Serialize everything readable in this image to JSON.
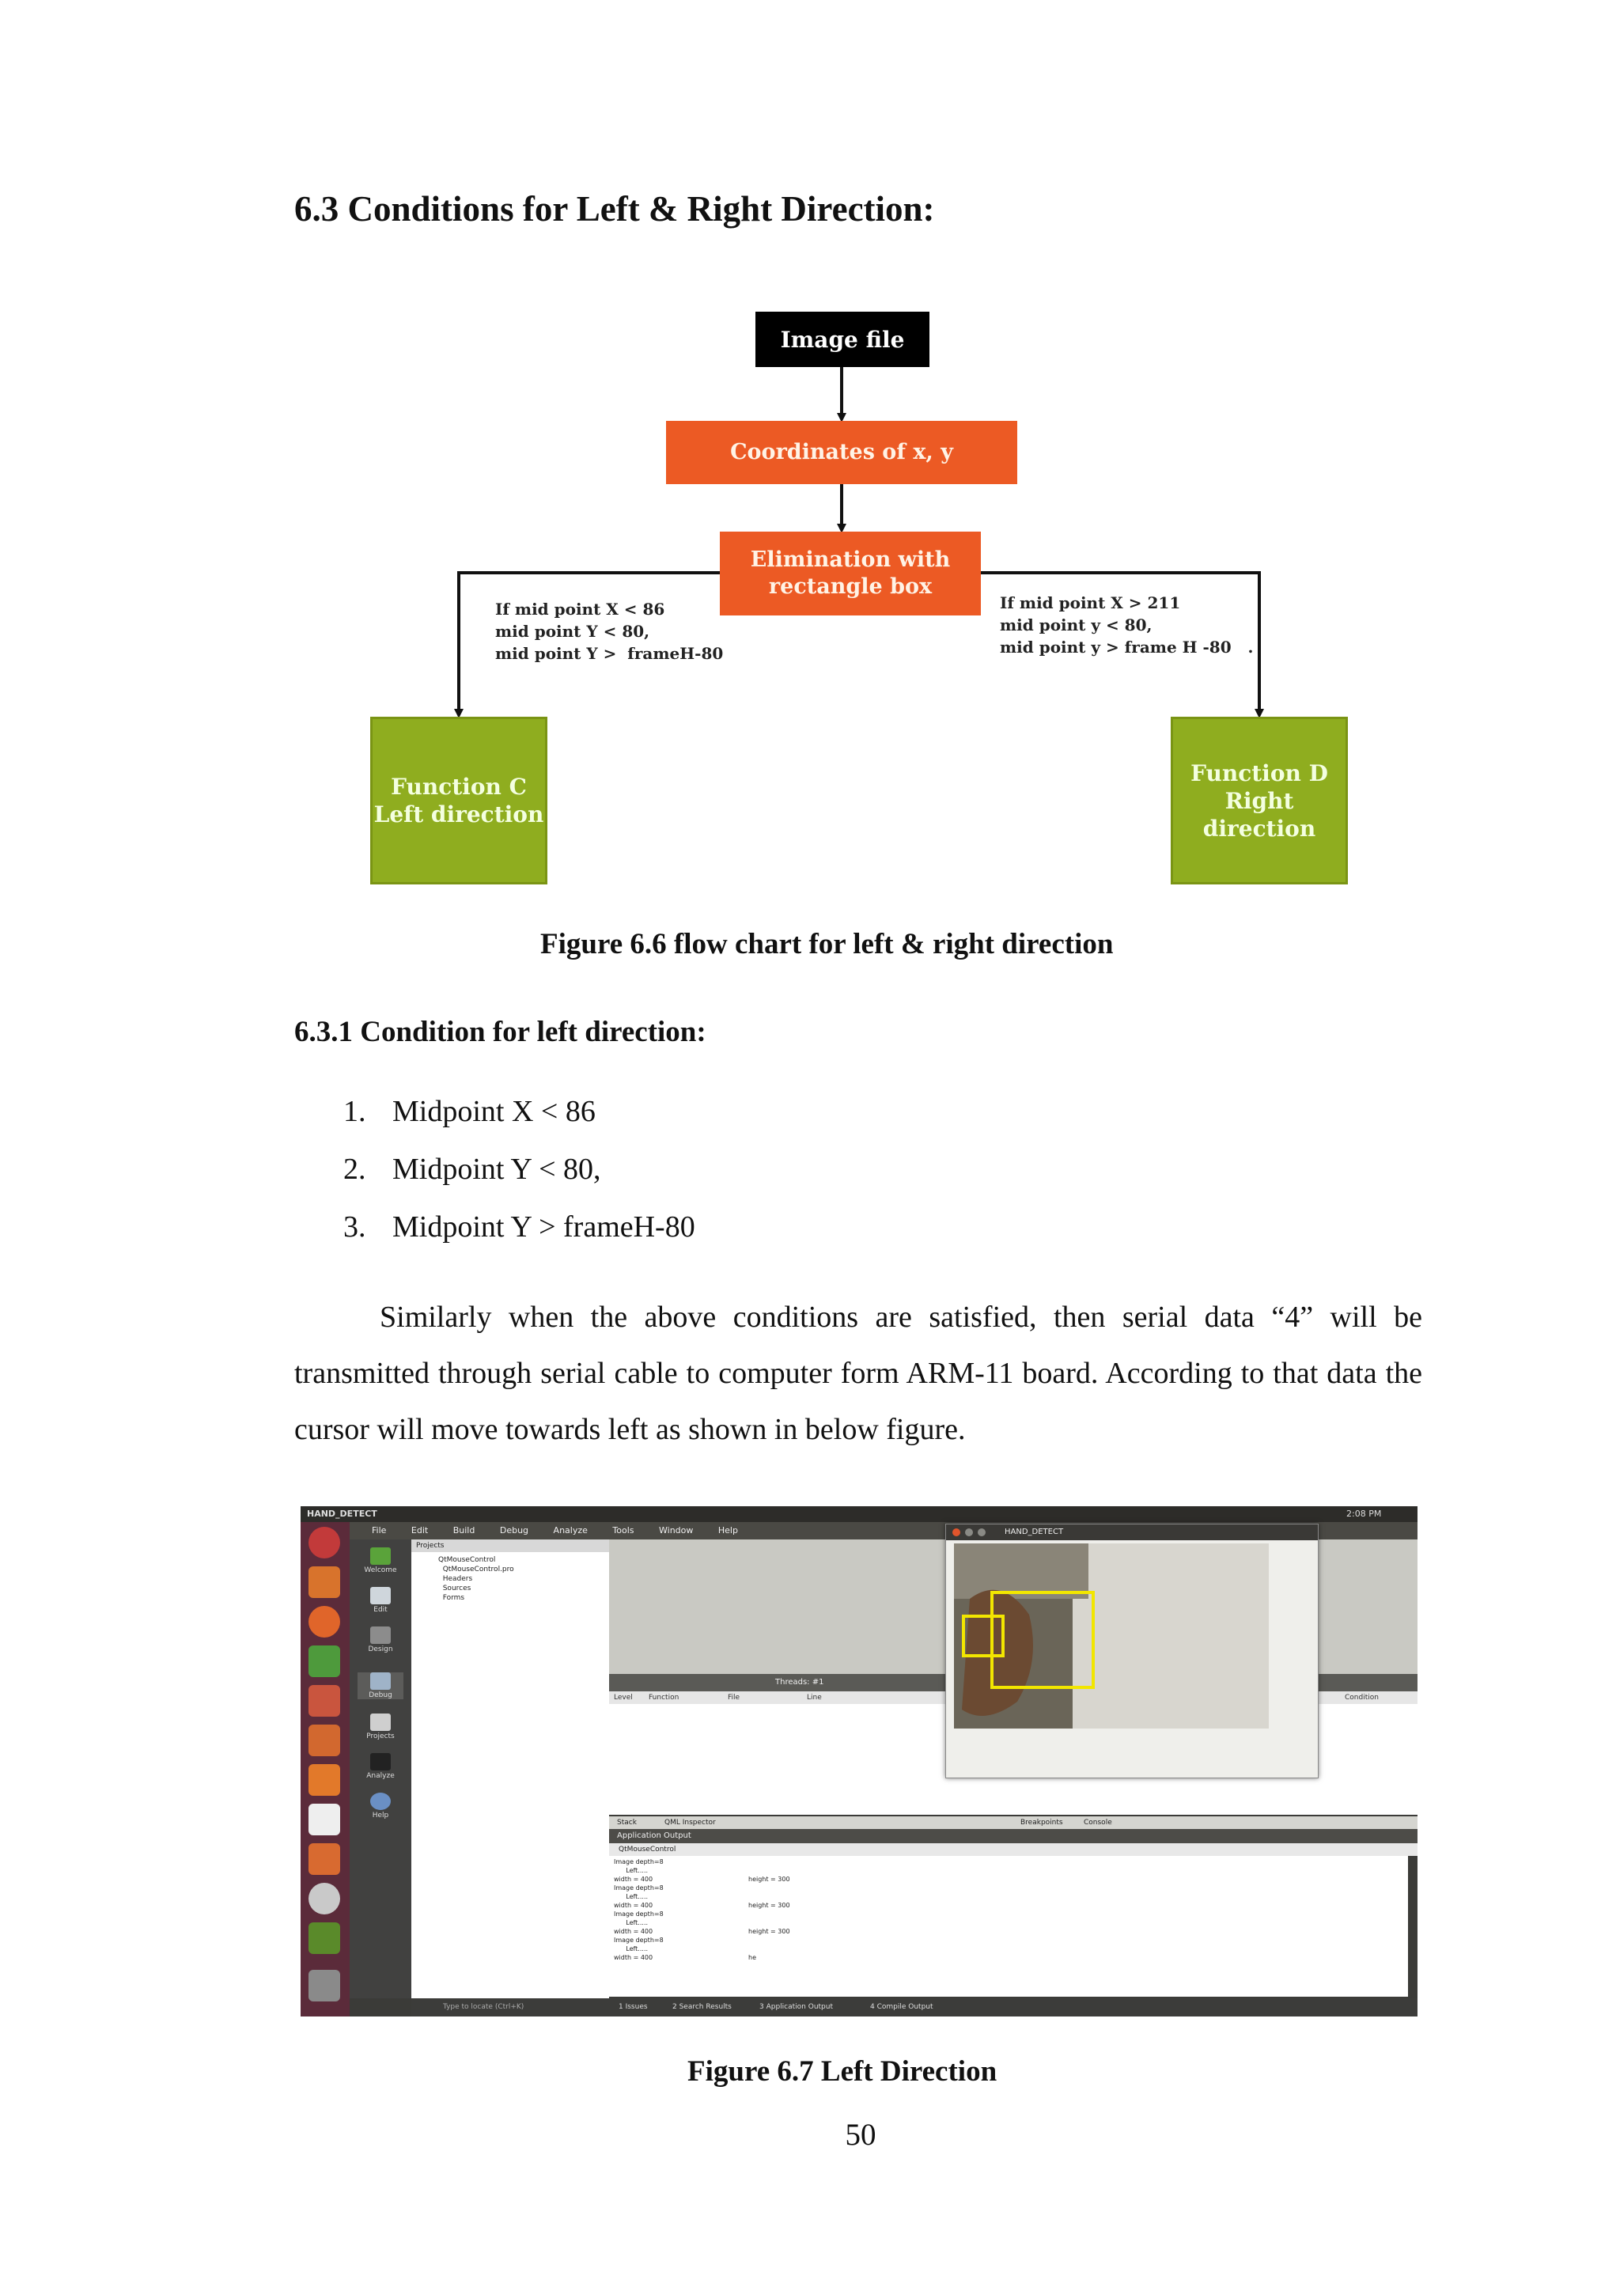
{
  "heading": "6.3 Conditions for Left & Right Direction:",
  "flowchart": {
    "image_file": "Image file",
    "coordinates": "Coordinates of x, y",
    "elimination_line1": "Elimination with",
    "elimination_line2": "rectangle box",
    "left_condition": "If mid point X < 86\nmid point Y < 80,\nmid point Y >  frameH-80",
    "right_condition": "If mid point X > 211\nmid point y < 80,\nmid point y > frame H -80   .",
    "left_box_line1": "Function C",
    "left_box_line2": "Left direction",
    "right_box_line1": "Function D",
    "right_box_line2": "Right",
    "right_box_line3": "direction",
    "colors": {
      "black": "#000000",
      "orange": "#ec5a24",
      "green": "#8fad1f"
    }
  },
  "figure_6_6_caption": "Figure  6.6 flow chart  for left & right  direction",
  "subheading": "6.3.1 Condition  for left direction:",
  "list": [
    {
      "num": "1.",
      "text": "Midpoint  X < 86"
    },
    {
      "num": "2.",
      "text": "Midpoint  Y < 80,"
    },
    {
      "num": "3.",
      "text": "Midpoint  Y > frameH-80"
    }
  ],
  "paragraph": "Similarly when the above conditions are satisfied, then serial data “4” will be transmitted through serial cable to computer form ARM-11 board. According to that data the cursor will move towards left as shown in below figure.",
  "screenshot": {
    "window_title": "HAND_DETECT",
    "clock": "2:08 PM",
    "menu": [
      "File",
      "Edit",
      "Build",
      "Debug",
      "Analyze",
      "Tools",
      "Window",
      "Help"
    ],
    "modes": [
      "Welcome",
      "Edit",
      "Design",
      "Debug",
      "Projects",
      "Analyze",
      "Help"
    ],
    "project_header": "Projects",
    "tree": "QtMouseControl\n  QtMouseControl.pro\n  Headers\n  Sources\n  Forms",
    "debug_columns": [
      "Level",
      "Function",
      "File",
      "Line",
      "Condition"
    ],
    "thread_label": "Threads: #1",
    "lower_tabs": [
      "Stack",
      "QML Inspector",
      "Breakpoints",
      "Console"
    ],
    "output_header": "Application Output",
    "output_tab": "QtMouseControl",
    "output_lines": [
      {
        "left": "Image depth=8",
        "right": ""
      },
      {
        "left": "      Left.....",
        "right": ""
      },
      {
        "left": "width = 400",
        "right": "height = 300"
      },
      {
        "left": "Image depth=8",
        "right": ""
      },
      {
        "left": "      Left.....",
        "right": ""
      },
      {
        "left": "width = 400",
        "right": "height = 300"
      },
      {
        "left": "Image depth=8",
        "right": ""
      },
      {
        "left": "      Left.....",
        "right": ""
      },
      {
        "left": "width = 400",
        "right": "height = 300"
      },
      {
        "left": "Image depth=8",
        "right": ""
      },
      {
        "left": "      Left.....",
        "right": ""
      },
      {
        "left": "width = 400",
        "right": "he"
      }
    ],
    "bottom_tabs": [
      "1 Issues",
      "2 Search Results",
      "3 Application Output",
      "4 Compile Output"
    ],
    "search_placeholder": "Type to locate (Ctrl+K)",
    "popup_title": "HAND_DETECT"
  },
  "figure_6_7_caption": "Figure  6.7 Left Direction",
  "page_number": "50"
}
